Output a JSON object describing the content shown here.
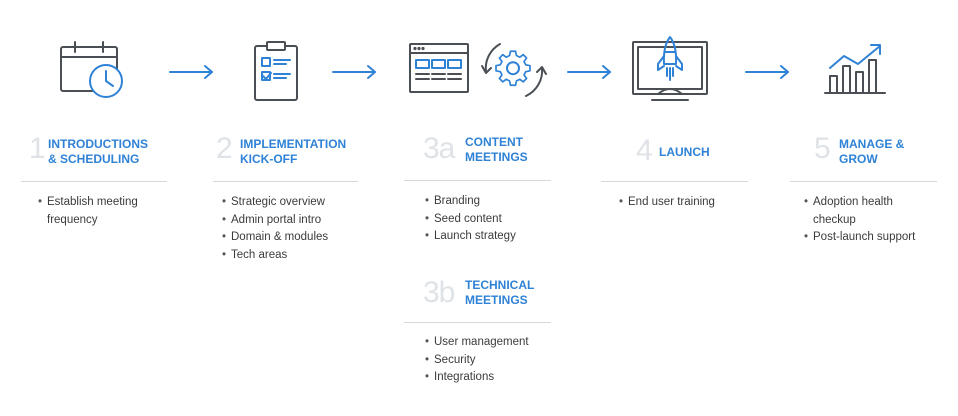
{
  "colors": {
    "accent": "#2f82d6",
    "icon_stroke": "#4a4f55",
    "number": "#dfe3e7",
    "divider": "#d5d9dd",
    "text": "#3b3b3b"
  },
  "steps": [
    {
      "number": "1",
      "title": [
        "INTRODUCTIONS",
        "& SCHEDULING"
      ],
      "icon": "calendar-clock-icon",
      "bullets": [
        [
          "Establish meeting",
          "frequency"
        ]
      ]
    },
    {
      "number": "2",
      "title": [
        "IMPLEMENTATION",
        "KICK-OFF"
      ],
      "icon": "clipboard-checklist-icon",
      "bullets": [
        [
          "Strategic overview"
        ],
        [
          "Admin portal intro"
        ],
        [
          "Domain & modules"
        ],
        [
          "Tech areas"
        ]
      ]
    },
    {
      "number": "3a",
      "title": [
        "CONTENT",
        "MEETINGS"
      ],
      "icon": "browser-window-icon",
      "bullets": [
        [
          "Branding"
        ],
        [
          "Seed content"
        ],
        [
          "Launch strategy"
        ]
      ]
    },
    {
      "number": "3b",
      "title": [
        "TECHNICAL",
        "MEETINGS"
      ],
      "icon": "gear-cycle-icon",
      "bullets": [
        [
          "User management"
        ],
        [
          "Security"
        ],
        [
          "Integrations"
        ]
      ]
    },
    {
      "number": "4",
      "title": [
        "LAUNCH"
      ],
      "icon": "rocket-monitor-icon",
      "bullets": [
        [
          "End user training"
        ]
      ]
    },
    {
      "number": "5",
      "title": [
        "MANAGE &",
        "GROW"
      ],
      "icon": "growth-chart-icon",
      "bullets": [
        [
          "Adoption health",
          "checkup"
        ],
        [
          "Post-launch support"
        ]
      ]
    }
  ]
}
